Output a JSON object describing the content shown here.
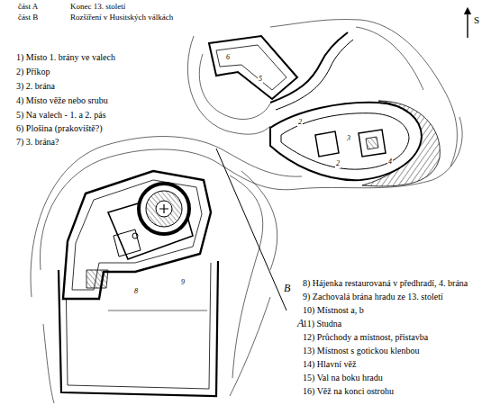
{
  "diagram": {
    "labels": [
      "část A",
      "Konec 13. století",
      "část B",
      "Rozšíření v Husitských válkách",
      "S",
      "1) Místo 1. brány ve valech",
      "2) Příkop",
      "3) 2. brána",
      "4) Místo věže nebo srubu",
      "5) Na valech - 1. a 2. pás",
      "6) Plošina (prakoviště?)",
      "7) 3. brána?",
      "B",
      "A",
      "8) Hájenka restaurovaná v předhradí, 4. brána",
      "9) Zachovalá brána hradu ze 13. století",
      "10) Místnost a, b",
      "11) Studna",
      "12) Průchody a místnost, přístavba",
      "13) Místnost s gotickou klenbou",
      "14) Hlavní věž",
      "15) Val na boku hradu",
      "16) Věž na konci ostrohu",
      "6",
      "5",
      "2",
      "2",
      "3",
      "4",
      "8",
      "9"
    ]
  }
}
